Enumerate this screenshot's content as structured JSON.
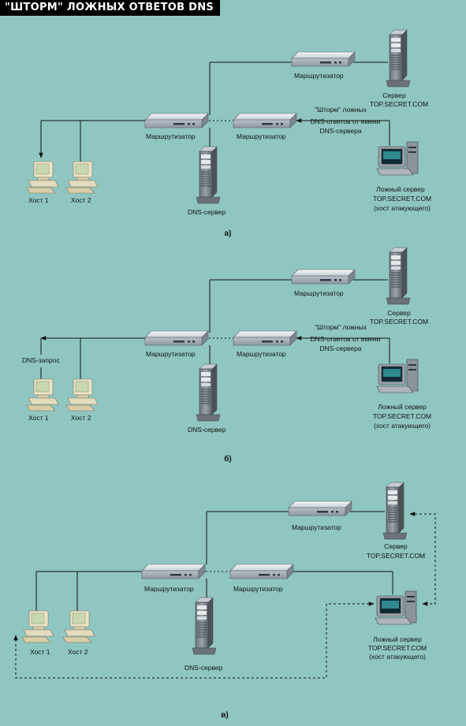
{
  "title": "\"ШТОРМ\" ЛОЖНЫХ ОТВЕТОВ DNS",
  "panels": [
    {
      "letter": "а)",
      "router_top": "Маршрутизатор",
      "router_left": "Маршрутизатор",
      "router_right": "Маршрутизатор",
      "dns_server": "DNS-сервер",
      "server_lines": [
        "Сервер",
        "TOP.SECRET.COM"
      ],
      "storm_lines": [
        "\"Шторм\" ложных",
        "DNS-ответов от имени",
        "DNS-сервера"
      ],
      "fake_lines": [
        "Ложный сервер",
        "TOP.SECRET.COM",
        "(хост атакующего)"
      ],
      "host1": "Хост 1",
      "host2": "Хост 2"
    },
    {
      "letter": "б)",
      "router_top": "Маршрутизатор",
      "router_left": "Маршрутизатор",
      "router_right": "Маршрутизатор",
      "dns_server": "DNS-сервер",
      "server_lines": [
        "Сервер",
        "TOP.SECRET.COM"
      ],
      "storm_lines": [
        "\"Шторм\" ложных",
        "DNS-ответов от имени",
        "DNS-сервера"
      ],
      "fake_lines": [
        "Ложный сервер",
        "TOP.SECRET.COM",
        "(хост атакующего)"
      ],
      "host1": "Хост 1",
      "host2": "Хост 2",
      "dns_query": "DNS-запрос"
    },
    {
      "letter": "в)",
      "router_top": "Маршрутизатор",
      "router_left": "Маршрутизатор",
      "router_right": "Маршрутизатор",
      "dns_server": "DNS-сервер",
      "server_lines": [
        "Сервер",
        "TOP.SECRET.COM"
      ],
      "fake_lines": [
        "Ложный сервер",
        "TOP.SECRET.COM",
        "(хост атакующего)"
      ],
      "host1": "Хост 1",
      "host2": "Хост 2"
    }
  ]
}
